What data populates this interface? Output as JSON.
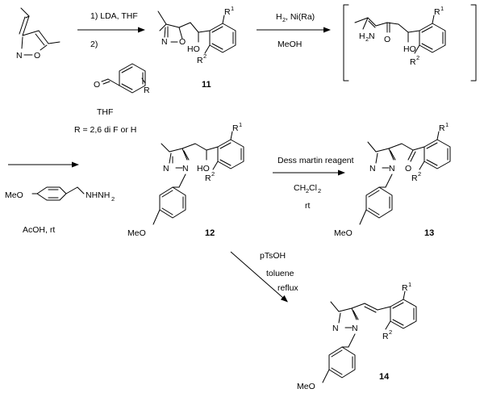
{
  "reagents": {
    "step1_line1": "1) LDA, THF",
    "step1_line2": "2)",
    "step1_solvent": "THF",
    "step1_r_def": "R = 2,6 di F or H",
    "step2_line1": "MeOH",
    "step3_reagent": "NHNH",
    "step3_reagent_sub": "2",
    "step3_cond": "AcOH, rt",
    "step4_line1": "Dess martin reagent",
    "step4_line2": "rt",
    "step5_line1": "pTsOH",
    "step5_line2": "toluene",
    "step5_line3": "reflux"
  },
  "compounds": {
    "c11": "11",
    "c12": "12",
    "c13": "13",
    "c14": "14"
  },
  "atoms": {
    "N": "N",
    "O": "O",
    "HO": "HO",
    "H2N_H": "H",
    "H2N_sub": "2",
    "H2N_N": "N",
    "MeO": "MeO",
    "R": "R",
    "R1": "R",
    "R1_sup": "1",
    "R2": "R",
    "R2_sup": "2",
    "H2": "H",
    "H2_sub": "2",
    "NiRa": ", Ni(Ra)",
    "CH2Cl2_a": "CH",
    "CH2Cl2_sub1": "2",
    "CH2Cl2_b": "Cl",
    "CH2Cl2_sub2": "2"
  }
}
